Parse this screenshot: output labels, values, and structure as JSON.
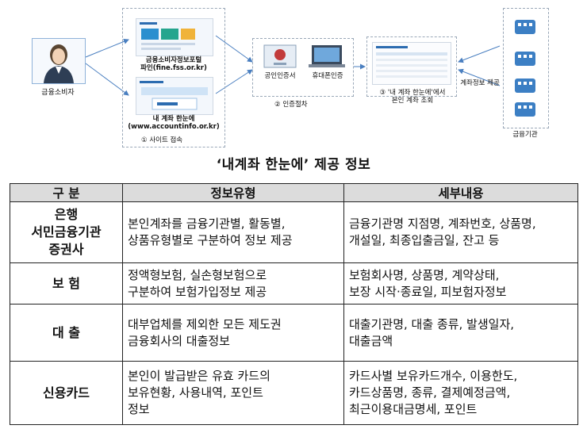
{
  "diagram": {
    "consumer_label": "금융소비자",
    "site1_caption": "금융소비자정보포털\n파인(fine.fss.or.kr)",
    "site2_caption": "내 계좌 한눈에\n(www.accountinfo.or.kr)",
    "step1": "① 사이트 접속",
    "cert_label": "공인인증서",
    "phone_label": "휴대폰인증",
    "step2": "② 인증절차",
    "step3": "③ '내 계좌 한눈에'에서\n본인 계좌 조회",
    "provide_label": "계좌정보 제공",
    "institution_label": "금융기관"
  },
  "table": {
    "title": "‘내계좌 한눈에’ 제공 정보",
    "headers": [
      "구 분",
      "정보유형",
      "세부내용"
    ],
    "rows": [
      {
        "category": "은행\n서민금융기관\n증권사",
        "type": "본인계좌를 금융기관별, 활동별,\n상품유형별로 구분하여 정보 제공",
        "detail": "금융기관명 지점명, 계좌번호, 상품명,\n개설일, 최종입출금일, 잔고 등"
      },
      {
        "category": "보 험",
        "type": "정액형보험, 실손형보험으로\n구분하여 보험가입정보 제공",
        "detail": "보험회사명, 상품명, 계약상태,\n보장 시작·종료일, 피보험자정보"
      },
      {
        "category": "대 출",
        "type": "대부업체를 제외한 모든 제도권\n금융회사의 대출정보",
        "detail": "대출기관명, 대출 종류, 발생일자,\n대출금액"
      },
      {
        "category": "신용카드",
        "type": "본인이 발급받은 유효 카드의\n보유현황, 사용내역, 포인트\n정보",
        "detail": "카드사별 보유카드개수, 이용한도,\n카드상품명, 종류, 결제예정금액,\n최근이용대금명세, 포인트"
      }
    ]
  },
  "colors": {
    "header_bg": "#dcdcdc",
    "diagram_line": "#4a7fc0",
    "building": "#3c7fc4"
  }
}
